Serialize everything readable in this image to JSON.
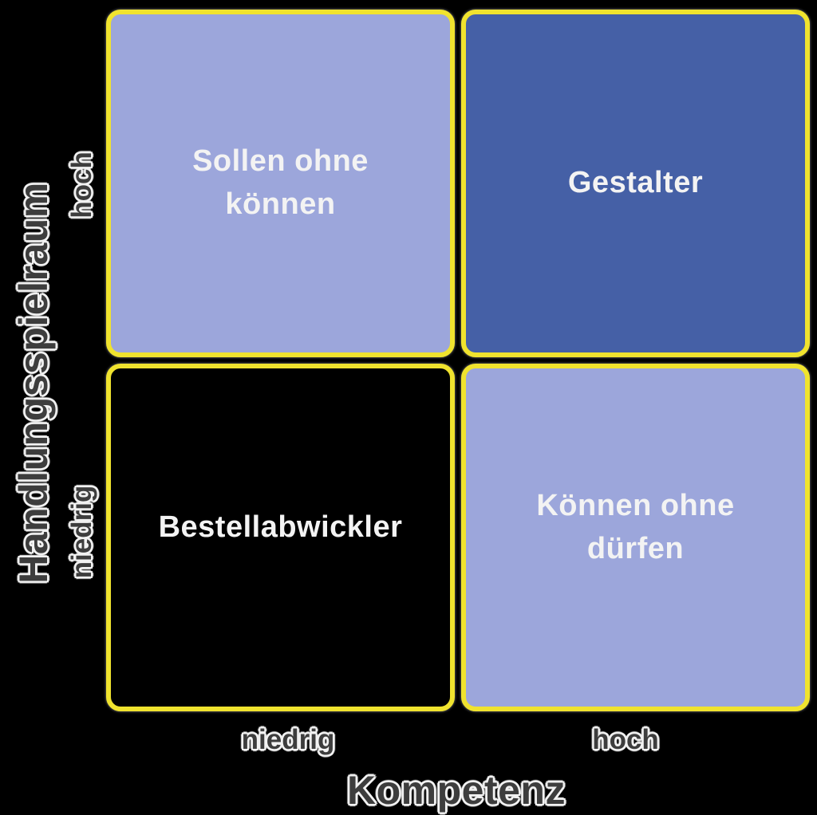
{
  "matrix": {
    "quadrants": {
      "top_left": {
        "label": "Sollen ohne\nkönnen",
        "bg": "#9CA6DB",
        "text_color": "#F3F3F3"
      },
      "top_right": {
        "label": "Gestalter",
        "bg": "#4560A6",
        "text_color": "#F3F3F3"
      },
      "bottom_left": {
        "label": "Bestellabwickler",
        "bg": "#000000",
        "text_color": "#F3F3F3"
      },
      "bottom_right": {
        "label": "Können ohne\ndürfen",
        "bg": "#9CA6DB",
        "text_color": "#F3F3F3"
      }
    },
    "border_color": "#F0E32E"
  },
  "axes": {
    "y": {
      "title": "Handlungsspielraum",
      "high_label": "hoch",
      "low_label": "niedrig"
    },
    "x": {
      "title": "Kompetenz",
      "low_label": "niedrig",
      "high_label": "hoch"
    }
  },
  "colors": {
    "axis_text": "#3D3D3D",
    "axis_text_outline": "#F2F2F2",
    "background": "#000000"
  }
}
